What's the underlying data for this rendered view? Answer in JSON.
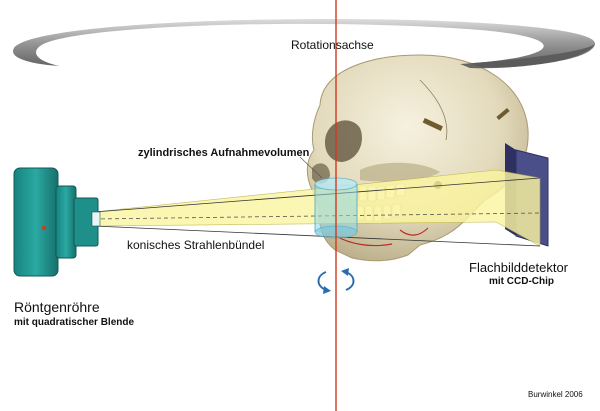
{
  "labels": {
    "rotation_axis": "Rotationsachse",
    "volume": "zylindrisches Aufnahmevolumen",
    "cone": "konisches Strahlenbündel",
    "detector": "Flachbilddetektor",
    "detector_sub": "mit CCD-Chip",
    "tube": "Röntgenröhre",
    "tube_sub": "mit quadratischer Blende",
    "credit": "Burwinkel 2006"
  },
  "icons": [
    "rotation-ring-icon",
    "skull-icon",
    "xray-tube-icon",
    "flat-panel-detector-icon",
    "rotation-arrows-icon"
  ],
  "colors": {
    "ring": "#7a7a7a",
    "axis": "#d0391f",
    "beam": "#fbf5a0",
    "volume": "#8fd7ea",
    "tube": "#1f8f8a",
    "detector": "#4a4f8a",
    "arrows": "#2b6cb0"
  }
}
